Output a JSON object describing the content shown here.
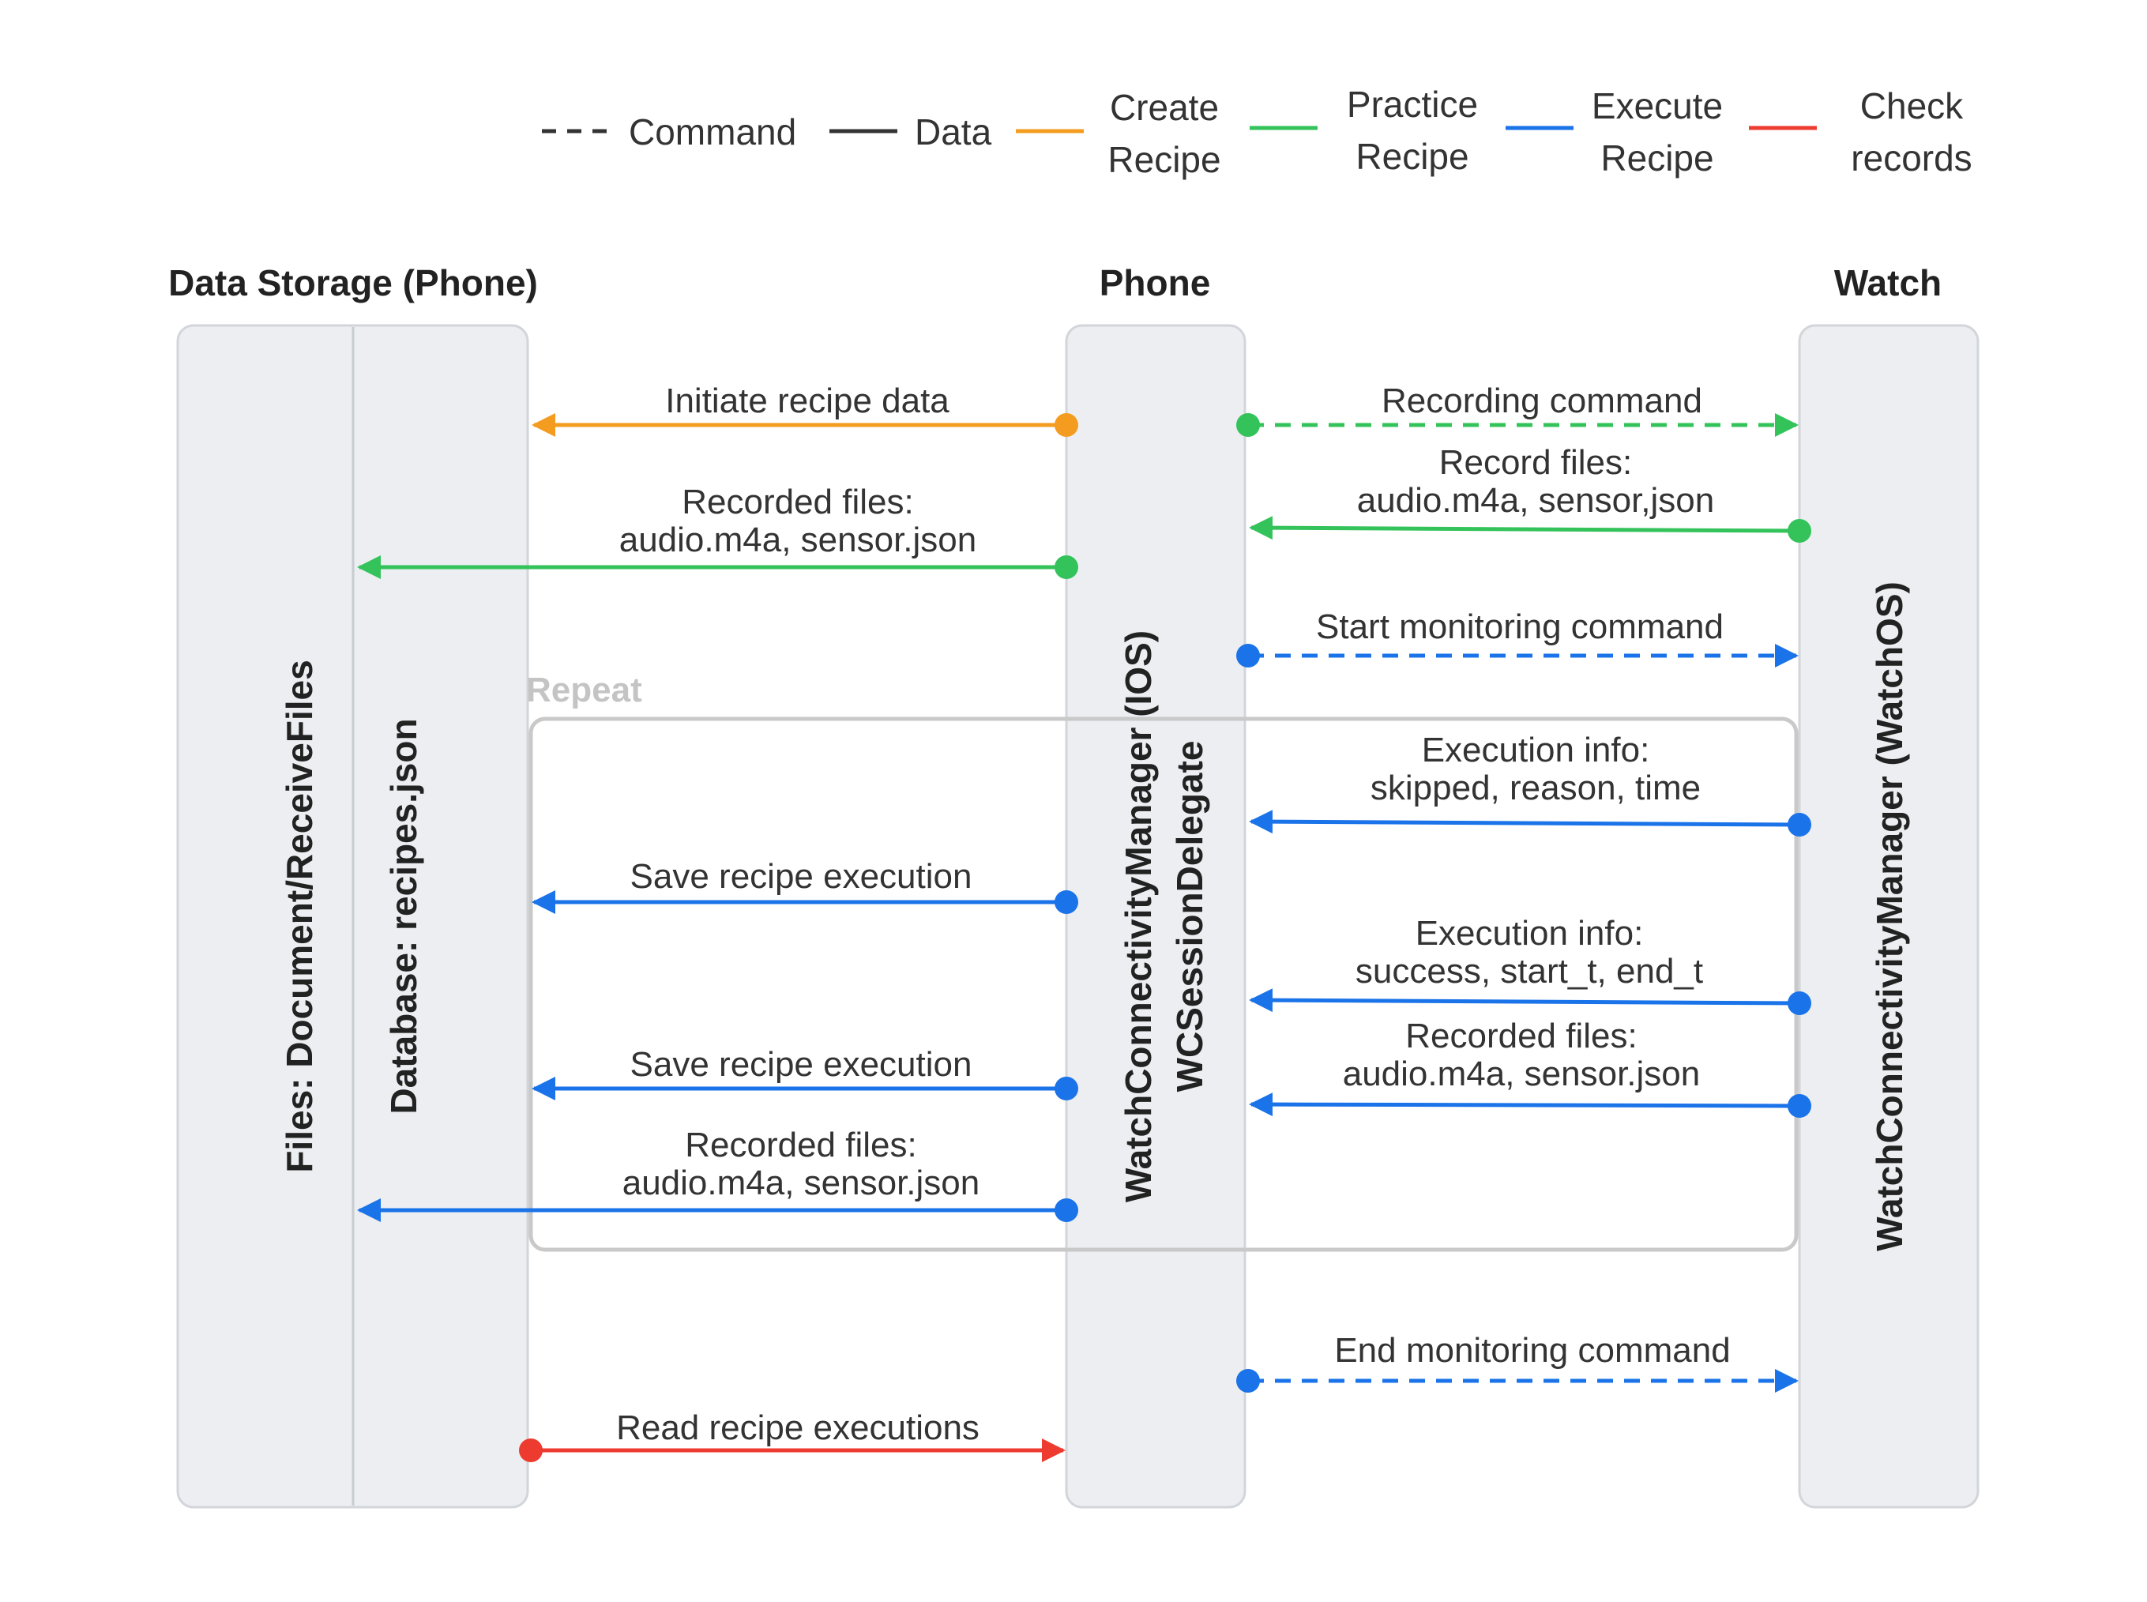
{
  "colors": {
    "create": "#f39c1f",
    "practice": "#34c35a",
    "execute": "#1a73e8",
    "check": "#ee3b2f",
    "neutral": "#333333",
    "lane_fill": "#eceef1",
    "lane_stroke": "#d2d5d9",
    "repeat_stroke": "#c9c9c9",
    "repeat_label": "#c4c4c4"
  },
  "legend": [
    {
      "label": [
        "Command"
      ],
      "style": "dashed",
      "color": "neutral"
    },
    {
      "label": [
        "Data"
      ],
      "style": "solid",
      "color": "neutral"
    },
    {
      "label": [
        "Create",
        "Recipe"
      ],
      "style": "solid",
      "color": "create"
    },
    {
      "label": [
        "Practice",
        "Recipe"
      ],
      "style": "solid",
      "color": "practice"
    },
    {
      "label": [
        "Execute",
        "Recipe"
      ],
      "style": "solid",
      "color": "execute"
    },
    {
      "label": [
        "Check",
        "records"
      ],
      "style": "solid",
      "color": "check"
    }
  ],
  "lanes": {
    "storage": {
      "heading": "Data Storage (Phone)",
      "files_label": "Files: Document/ReceiveFiles",
      "db_label": "Database: recipes.json"
    },
    "phone": {
      "heading": "Phone",
      "label_line1": "WatchConnectivityManager (IOS)",
      "label_line2": "WCSessionDelegate"
    },
    "watch": {
      "heading": "Watch",
      "label": "WatchConnectivityManager (WatchOS)"
    }
  },
  "repeat_label": "Repeat",
  "messages": [
    {
      "label": [
        "Initiate recipe data"
      ],
      "from": "phone",
      "to": "storage-db",
      "style": "solid",
      "color": "create"
    },
    {
      "label": [
        "Recording command"
      ],
      "from": "phone",
      "to": "watch",
      "style": "dashed",
      "color": "practice"
    },
    {
      "label": [
        "Record files:",
        "audio.m4a, sensor,json"
      ],
      "from": "watch",
      "to": "phone",
      "style": "solid",
      "color": "practice"
    },
    {
      "label": [
        "Recorded files:",
        "audio.m4a, sensor.json"
      ],
      "from": "phone",
      "to": "storage-files",
      "style": "solid",
      "color": "practice"
    },
    {
      "label": [
        "Start monitoring command"
      ],
      "from": "phone",
      "to": "watch",
      "style": "dashed",
      "color": "execute"
    },
    {
      "label": [
        "Execution info:",
        "skipped, reason, time"
      ],
      "from": "watch",
      "to": "phone",
      "style": "solid",
      "color": "execute"
    },
    {
      "label": [
        "Save recipe execution"
      ],
      "from": "phone",
      "to": "storage-db",
      "style": "solid",
      "color": "execute"
    },
    {
      "label": [
        "Execution info:",
        "success, start_t, end_t"
      ],
      "from": "watch",
      "to": "phone",
      "style": "solid",
      "color": "execute"
    },
    {
      "label": [
        "Save recipe execution"
      ],
      "from": "phone",
      "to": "storage-db",
      "style": "solid",
      "color": "execute"
    },
    {
      "label": [
        "Recorded files:",
        "audio.m4a, sensor.json"
      ],
      "from": "watch",
      "to": "phone",
      "style": "solid",
      "color": "execute"
    },
    {
      "label": [
        "Recorded files:",
        "audio.m4a, sensor.json"
      ],
      "from": "phone",
      "to": "storage-files",
      "style": "solid",
      "color": "execute"
    },
    {
      "label": [
        "End monitoring command"
      ],
      "from": "phone",
      "to": "watch",
      "style": "dashed",
      "color": "execute"
    },
    {
      "label": [
        "Read recipe executions"
      ],
      "from": "storage-db",
      "to": "phone",
      "style": "solid",
      "color": "check"
    }
  ]
}
